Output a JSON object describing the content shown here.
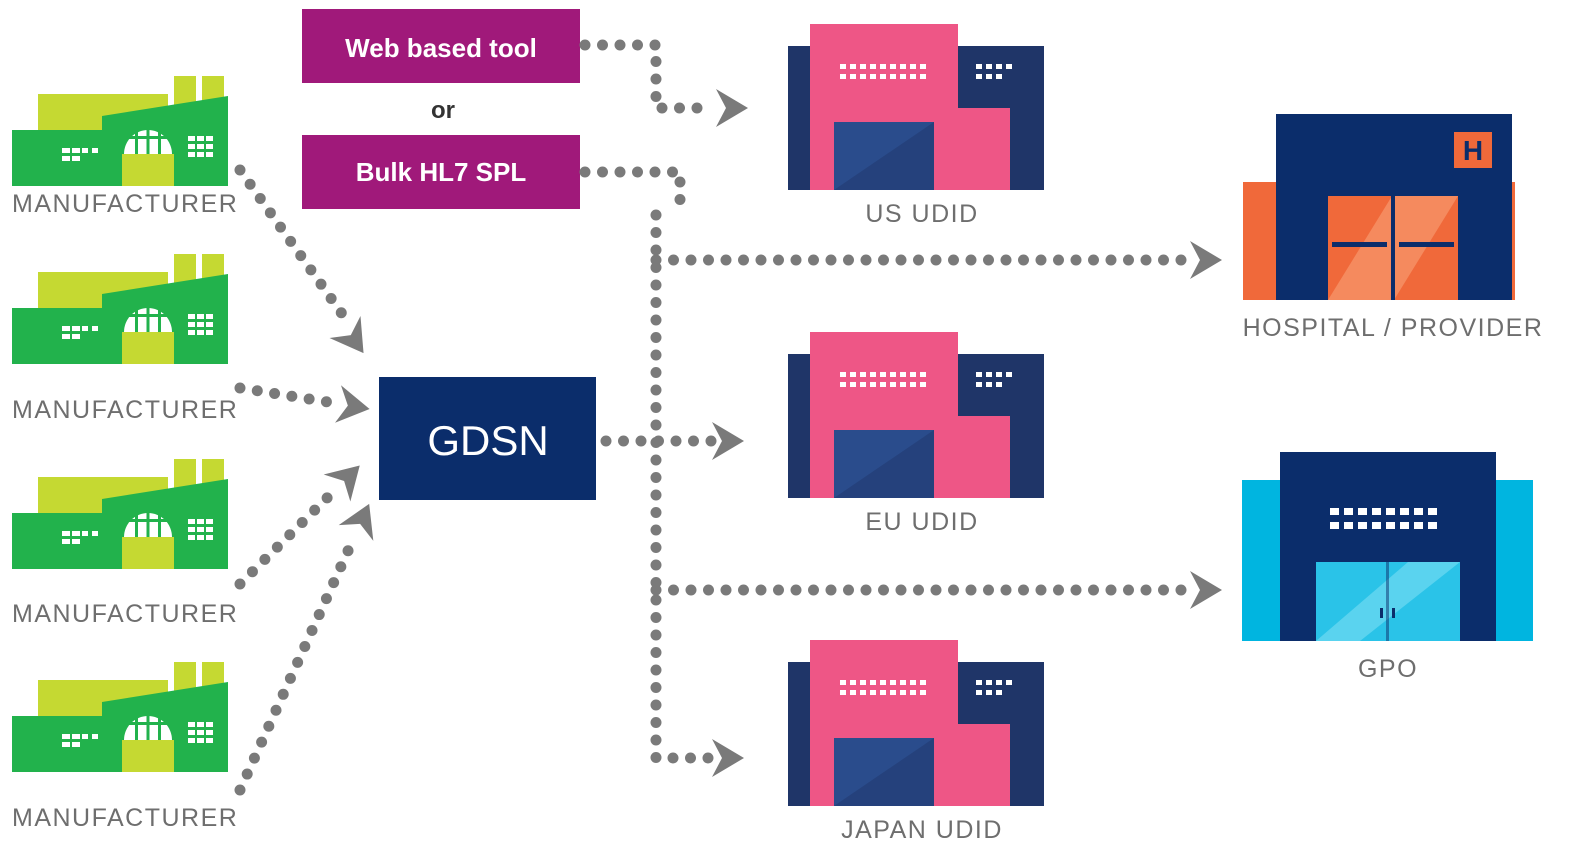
{
  "colors": {
    "factory_green": "#22b24c",
    "factory_lime": "#c5d932",
    "submission_purple": "#a0197a",
    "gdsn_navy": "#0b2d6b",
    "udid_pink": "#ee5686",
    "udid_navy": "#1f3568",
    "hospital_orange": "#f0693a",
    "gpo_cyan": "#00b5e0",
    "connector_gray": "#7a7a7a"
  },
  "manufacturers": [
    {
      "label": "MANUFACTURER",
      "icon": "factory-icon"
    },
    {
      "label": "MANUFACTURER",
      "icon": "factory-icon"
    },
    {
      "label": "MANUFACTURER",
      "icon": "factory-icon"
    },
    {
      "label": "MANUFACTURER",
      "icon": "factory-icon"
    }
  ],
  "submission": {
    "web_tool": "Web based tool",
    "or_text": "or",
    "bulk": "Bulk HL7 SPL"
  },
  "hub": {
    "label": "GDSN"
  },
  "databases": [
    {
      "label": "US UDID",
      "icon": "udid-building-icon"
    },
    {
      "label": "EU UDID",
      "icon": "udid-building-icon"
    },
    {
      "label": "JAPAN UDID",
      "icon": "udid-building-icon"
    }
  ],
  "recipients": [
    {
      "label": "HOSPITAL / PROVIDER",
      "icon": "hospital-icon",
      "badge": "H"
    },
    {
      "label": "GPO",
      "icon": "gpo-building-icon"
    }
  ]
}
